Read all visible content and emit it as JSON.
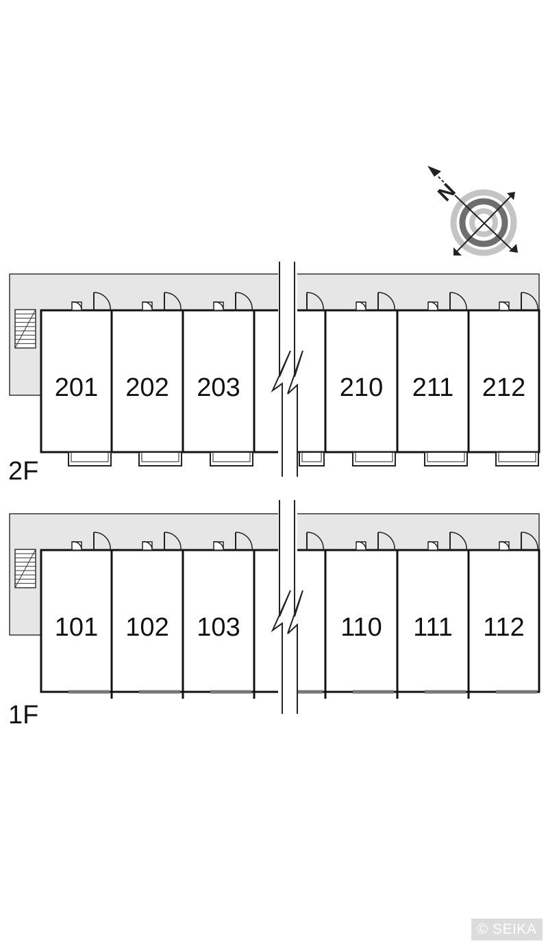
{
  "floors": [
    {
      "key": "2f",
      "label": "2F",
      "units_left": [
        "201",
        "202",
        "203"
      ],
      "units_right": [
        "210",
        "211",
        "212"
      ]
    },
    {
      "key": "1f",
      "label": "1F",
      "units_left": [
        "101",
        "102",
        "103"
      ],
      "units_right": [
        "110",
        "111",
        "112"
      ]
    }
  ],
  "compass": {
    "north_label": "N"
  },
  "copyright": "© SEIKA",
  "colors": {
    "corridor": "#e6e6e6",
    "wall": "#111111",
    "compass_dark": "#6e6e6e",
    "compass_light": "#c4c4c4"
  }
}
